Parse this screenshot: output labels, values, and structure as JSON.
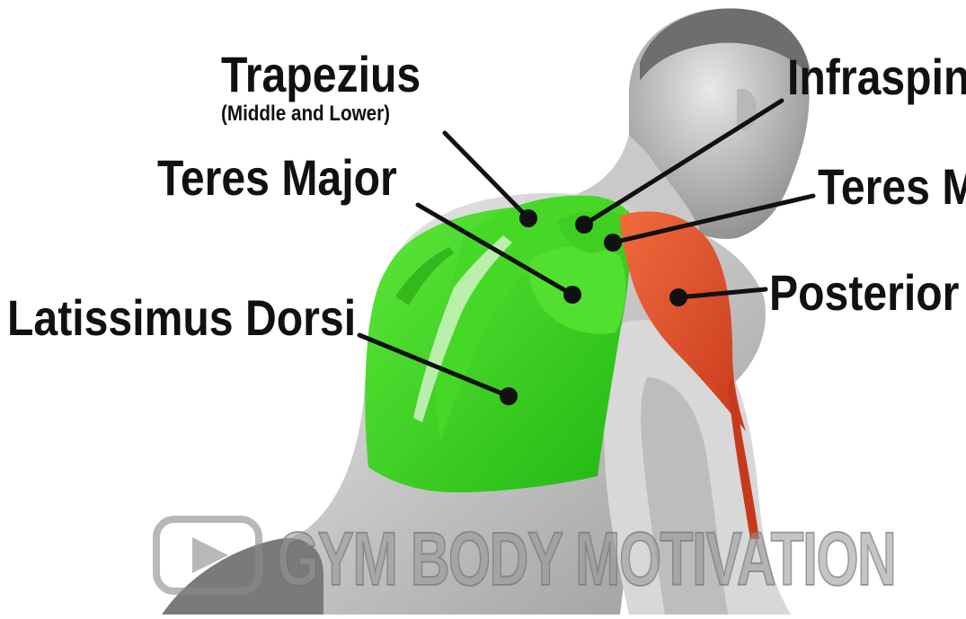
{
  "labels": {
    "trapezius": "Trapezius",
    "trapezius_sub": "(Middle and Lower)",
    "teres_major": "Teres Major",
    "latissimus": "Latissimus Dorsi",
    "infraspinatus": "Infraspin",
    "teres_minor": "Teres M",
    "posterior": "Posterior"
  },
  "watermark": {
    "text": "GYM BODY MOTIVATION",
    "icon": "play-icon"
  },
  "colors": {
    "highlight_green": "#39d51f",
    "highlight_red": "#e8522c",
    "label_text": "#111111",
    "leader_line": "#111111"
  }
}
